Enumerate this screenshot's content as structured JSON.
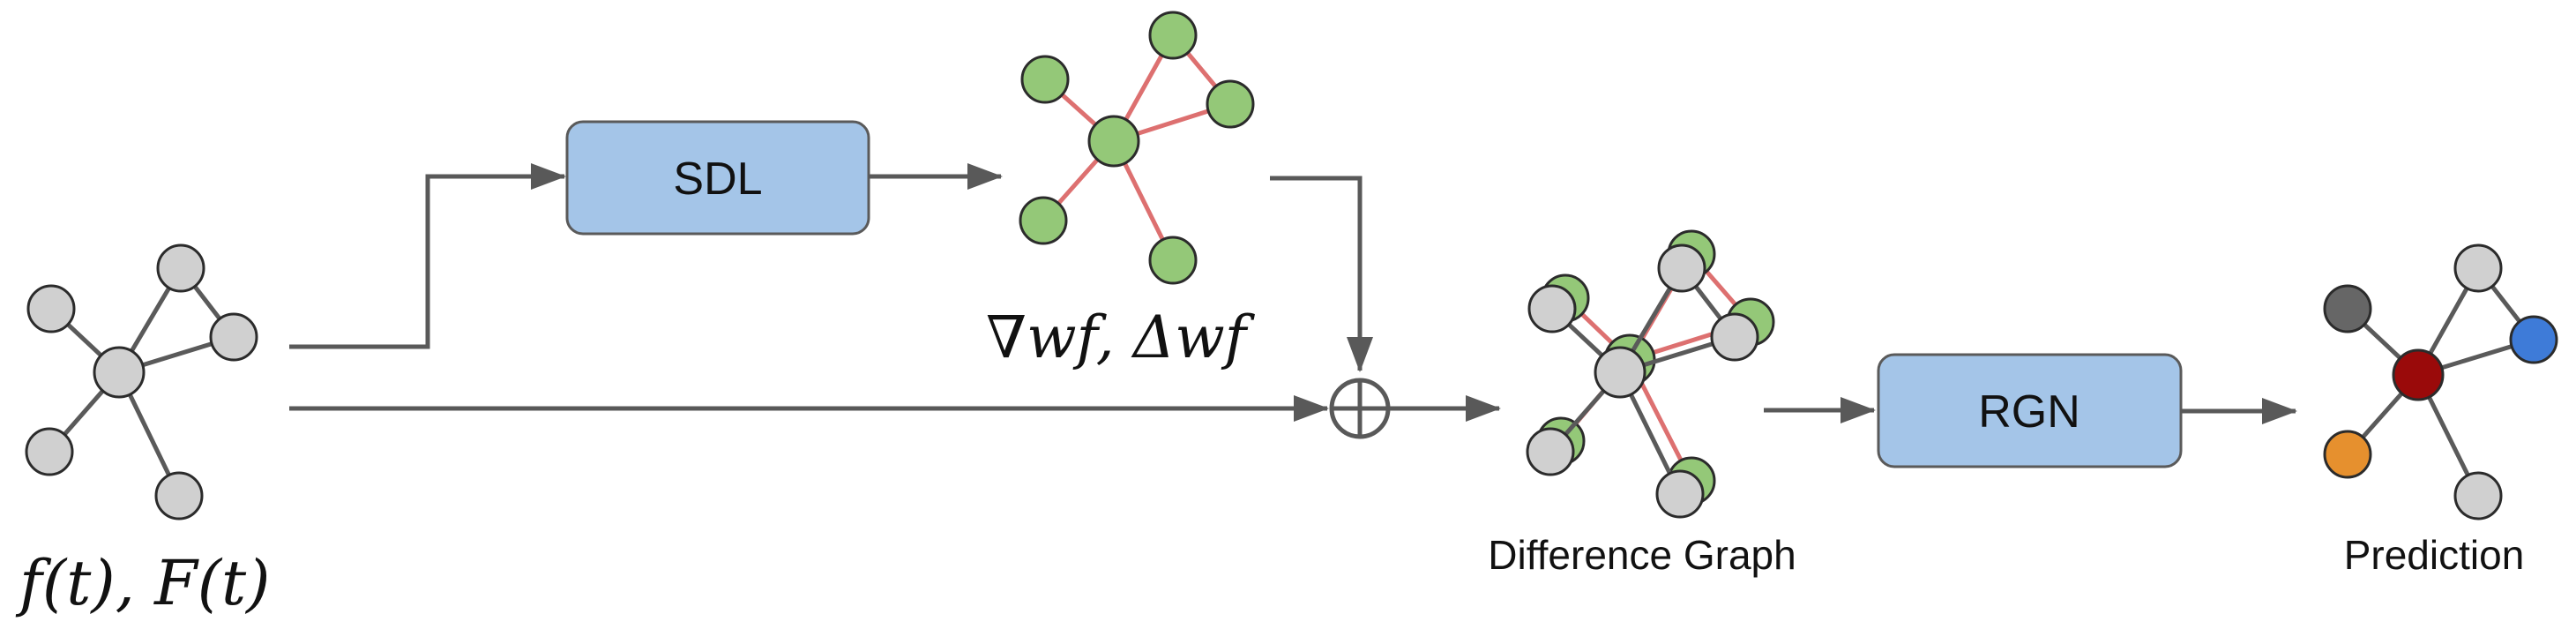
{
  "blocks": {
    "sdl": "SDL",
    "rgn": "RGN"
  },
  "labels": {
    "input": "f(t), F(t)",
    "operators": "∇wf, Δwf",
    "difference_graph": "Difference Graph",
    "prediction": "Prediction"
  },
  "colors": {
    "arrow": "#595959",
    "block_fill": "#a4c5e8",
    "block_stroke": "#5a5a5a",
    "node_gray": "#d0d0d0",
    "node_green": "#94c878",
    "node_stroke": "#2b2b2b",
    "edge_gray": "#5a5a5a",
    "edge_red": "#dd7070",
    "node_dark": "#666666",
    "node_red": "#9a0a0a",
    "node_blue": "#3e7bd8",
    "node_orange": "#e6902e"
  }
}
